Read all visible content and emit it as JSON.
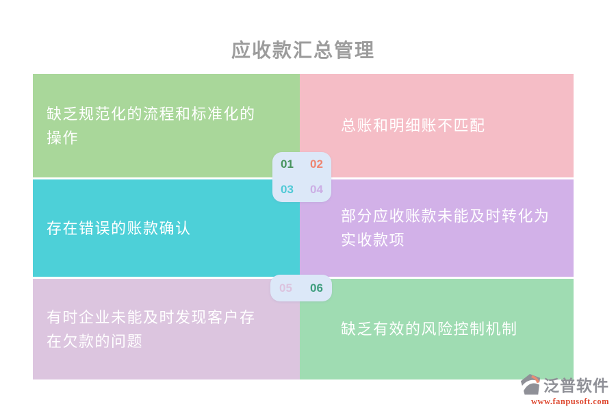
{
  "title": "应收款汇总管理",
  "title_color": "#9c9c9c",
  "blocks": [
    {
      "id": "01",
      "label": "缺乏规范化的流程和标准化的操作",
      "bg": "#a9d79a",
      "number_color": "#47935d"
    },
    {
      "id": "02",
      "label": "总账和明细账不匹配",
      "bg": "#f5bdc6",
      "number_color": "#ef8570"
    },
    {
      "id": "03",
      "label": "存在错误的账款确认",
      "bg": "#4dd0d8",
      "number_color": "#4fc9d6"
    },
    {
      "id": "04",
      "label": "部分应收账款未能及时转化为实收款项",
      "bg": "#d2b1e8",
      "number_color": "#ccafe5"
    },
    {
      "id": "05",
      "label": "有时企业未能及时发现客户存在欠款的问题",
      "bg": "#dcc5df",
      "number_color": "#dcc3de"
    },
    {
      "id": "06",
      "label": "缺乏有效的风险控制机制",
      "bg": "#9fdcb2",
      "number_color": "#3f9e7e"
    }
  ],
  "badges": {
    "bg": "#dce8f8"
  },
  "footer": {
    "brand": "泛普软件",
    "brand_color": "#8f9097",
    "url": "www.fanpusoft.com",
    "url_color": "#de4a32"
  }
}
